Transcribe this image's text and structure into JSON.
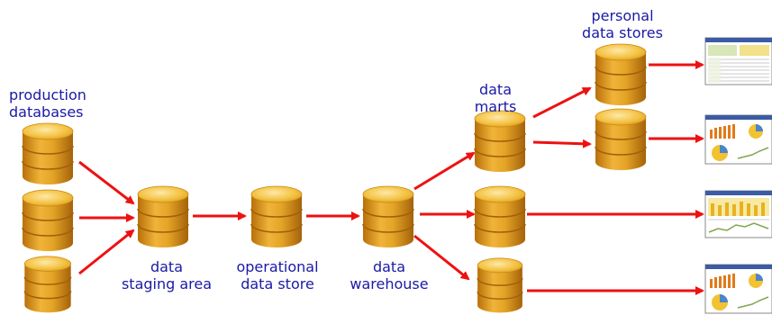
{
  "labels": {
    "production_databases": [
      "production",
      "databases"
    ],
    "data_staging_area": [
      "data",
      "staging area"
    ],
    "operational_data_store": [
      "operational",
      "data store"
    ],
    "data_warehouse": [
      "data",
      "warehouse"
    ],
    "data_marts": [
      "data",
      "marts"
    ],
    "personal_data_stores": [
      "personal",
      "data stores"
    ]
  },
  "colors": {
    "arrow": "#ee1111",
    "label_text": "#1a1aa6",
    "cylinder_top": "#f4c243",
    "cylinder_body": "#d99413",
    "cylinder_band": "#b97410"
  },
  "icons": {
    "database": "database-cylinder-icon",
    "report": "report-thumbnail-icon"
  }
}
